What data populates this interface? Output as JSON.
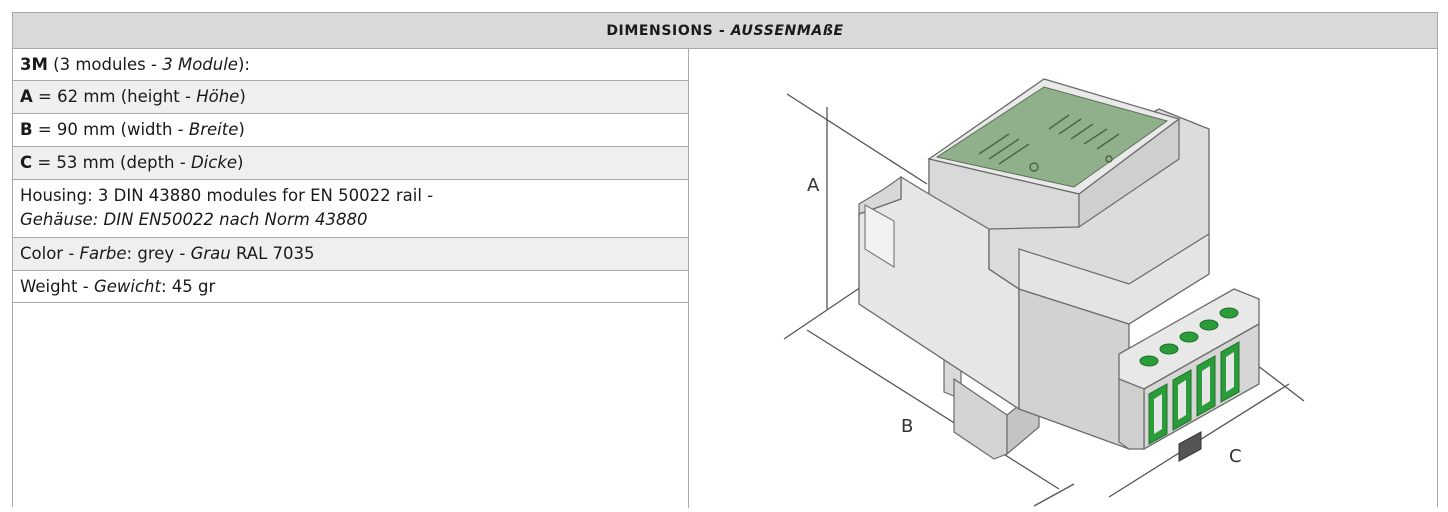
{
  "header": {
    "title_main": "DIMENSIONS - ",
    "title_italic": "AUSSENMAßE"
  },
  "specs": {
    "r0": {
      "bold": "3M",
      "a": " (3 modules - ",
      "i": "3 Module",
      "b": "):"
    },
    "r1": {
      "bold": "A",
      "a": " = 62 mm (height - ",
      "i": "Höhe",
      "b": ")"
    },
    "r2": {
      "bold": "B",
      "a": " = 90 mm (width - ",
      "i": "Breite",
      "b": ")"
    },
    "r3": {
      "bold": "C",
      "a": " = 53 mm (depth - ",
      "i": "Dicke",
      "b": ")"
    },
    "r4": {
      "line1": "Housing: 3 DIN 43880 modules for EN 50022 rail -",
      "line2_italic": "Gehäuse: DIN EN50022 nach Norm 43880"
    },
    "r5": {
      "a": "Color - ",
      "i1": "Farbe",
      "b": ": grey - ",
      "i2": "Grau",
      "c": " RAL 7035"
    },
    "r6": {
      "a": "Weight - ",
      "i": "Gewicht",
      "b": ": 45 gr"
    }
  },
  "drawing": {
    "label_a": "A",
    "label_b": "B",
    "label_c": "C",
    "colors": {
      "housing": "#e3e3e3",
      "housing_dark": "#c9c9c9",
      "pcb": "#8fb08a",
      "terminal_green": "#2a9d3a",
      "outline": "#6b6b6b"
    }
  }
}
